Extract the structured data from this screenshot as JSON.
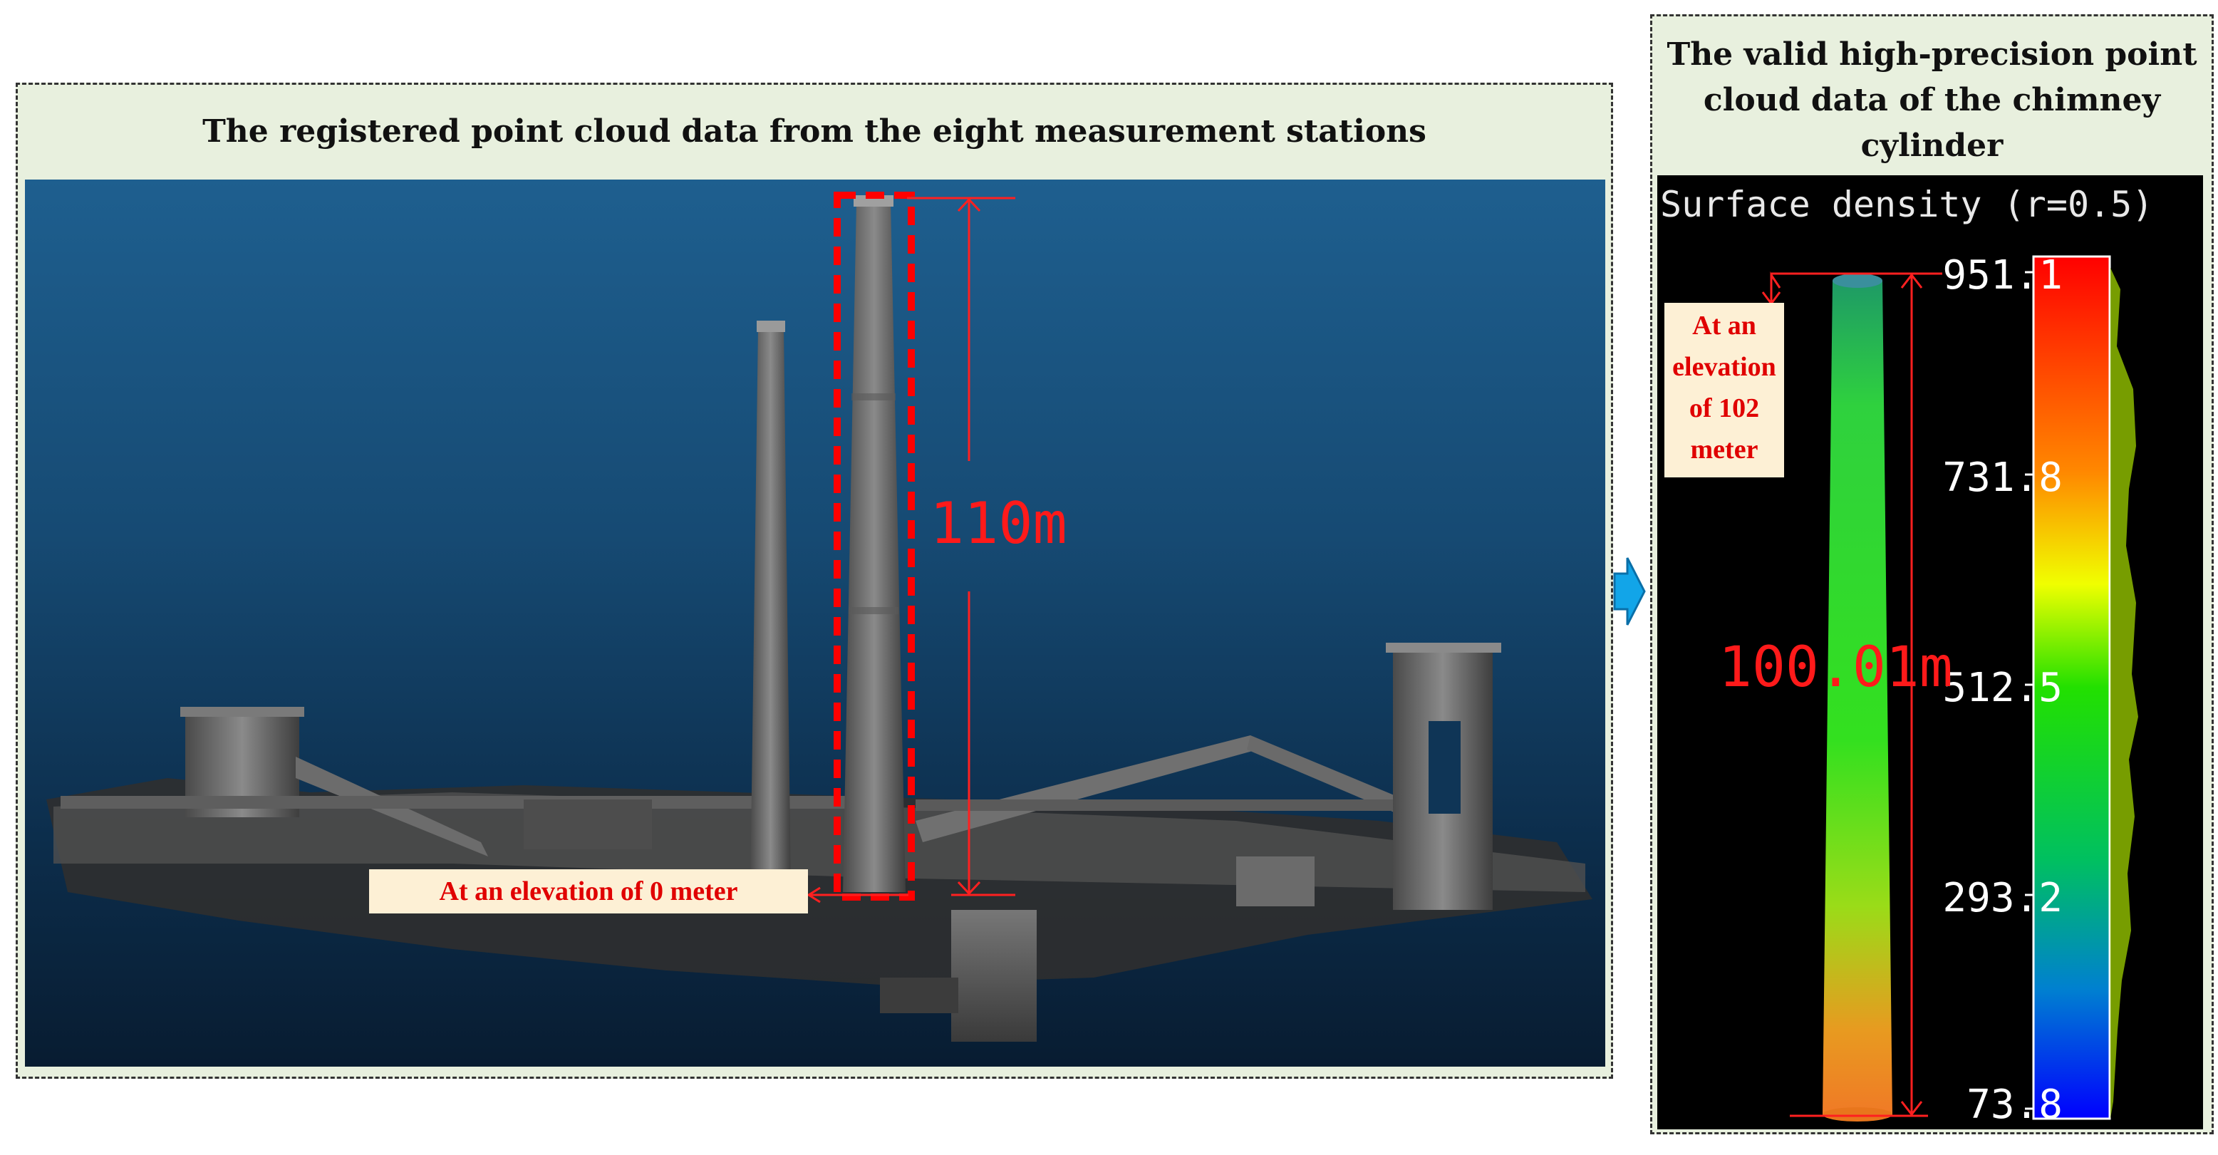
{
  "left_panel": {
    "title": "The registered point cloud data from the eight measurement stations"
  },
  "right_panel": {
    "title": "The valid high-precision point cloud data of the chimney cylinder"
  },
  "annotations": {
    "chimney_height": "110m",
    "base_elevation": "At an elevation of 0 meter",
    "cylinder_height": "100.01m",
    "top_elevation": "At an elevation of 102 meter"
  },
  "colorbar": {
    "title": "Surface density (r=0.5)",
    "ticks": [
      "951.1",
      "731.8",
      "512.5",
      "293.2",
      "73.8"
    ],
    "min": 73.8,
    "max": 951.1
  },
  "icons": {
    "flow_arrow": "arrow-right-icon"
  },
  "colors": {
    "annotation_red": "#ff1a1a",
    "callout_background": "#fdf0d5",
    "panel_background": "#e8f0de"
  }
}
